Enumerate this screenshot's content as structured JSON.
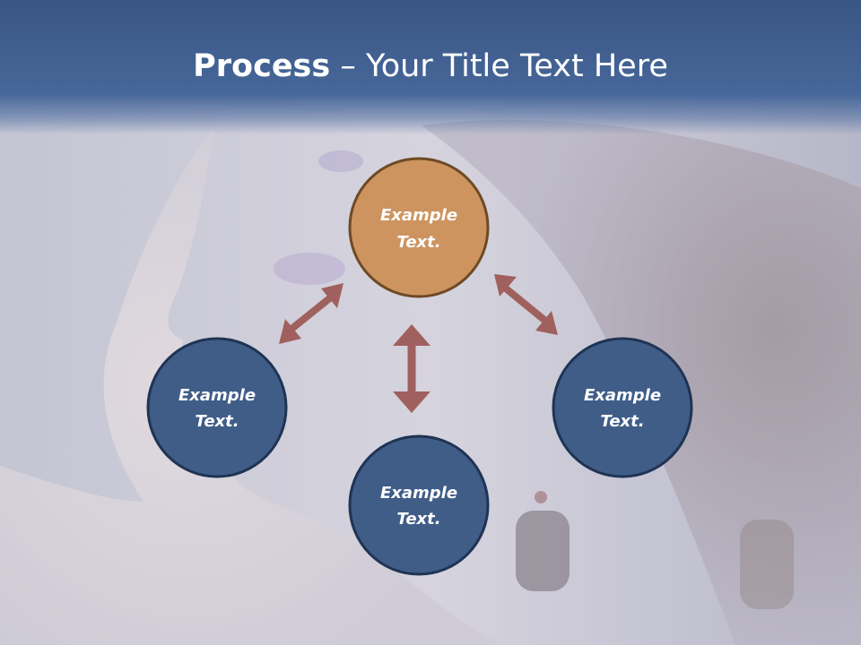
{
  "slide": {
    "title_bold": "Process",
    "title_rest": " – Your Title Text Here"
  },
  "diagram": {
    "nodes": [
      {
        "id": "top",
        "line1": "Example",
        "line2": "Text.",
        "fill": "#cd9460"
      },
      {
        "id": "left",
        "line1": "Example",
        "line2": "Text.",
        "fill": "#405d88"
      },
      {
        "id": "right",
        "line1": "Example",
        "line2": "Text.",
        "fill": "#405d88"
      },
      {
        "id": "bottom",
        "line1": "Example",
        "line2": "Text.",
        "fill": "#405d88"
      }
    ],
    "arrows": [
      {
        "from": "top",
        "to": "left"
      },
      {
        "from": "top",
        "to": "right"
      },
      {
        "from": "top",
        "to": "bottom"
      }
    ],
    "colors": {
      "accent_node": "#cd9460",
      "accent_border": "#6e4a24",
      "primary_node": "#405d88",
      "primary_border": "#1f3454",
      "arrow": "#a0605e",
      "header": "#3f5f93"
    }
  }
}
